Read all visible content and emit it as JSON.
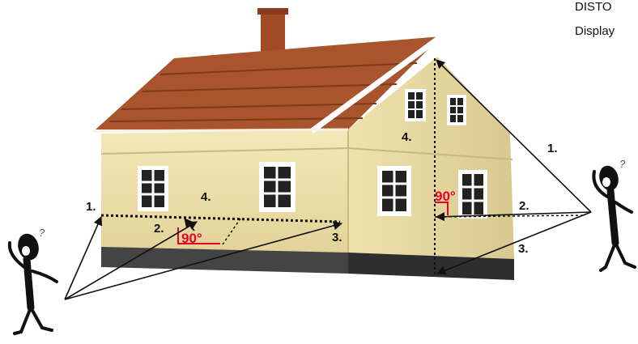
{
  "header_text": [
    "DISTO",
    "Display"
  ],
  "labels": {
    "one": "1.",
    "two": "2.",
    "three": "3.",
    "four": "4."
  },
  "angle_text": "90°",
  "colors": {
    "roof": "#a8552e",
    "wall_front": "#f1e5b2",
    "wall_side": "#e6d8a2",
    "base": "#3a3a3a",
    "angle": "#e8002a"
  }
}
